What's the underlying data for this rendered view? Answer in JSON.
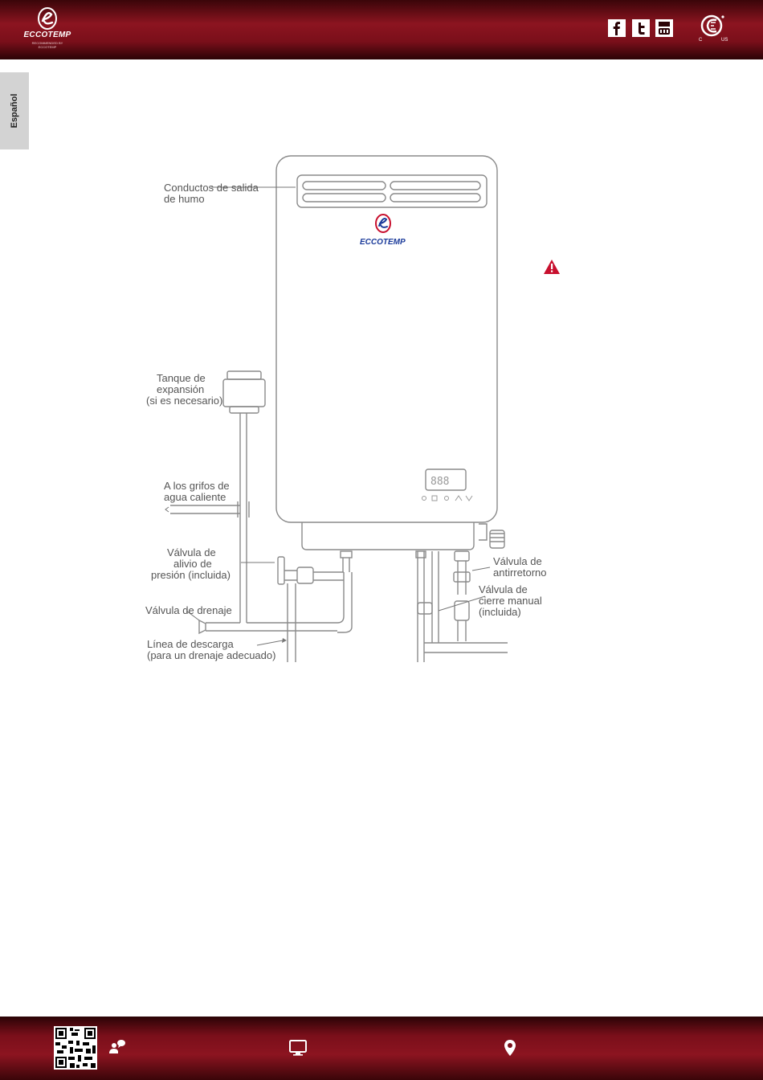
{
  "brand": {
    "name": "ECCOTEMP",
    "tagline": "RECOMMENDED BY ECCOTEMP"
  },
  "header": {
    "social": [
      {
        "name": "facebook",
        "icon": "facebook-icon"
      },
      {
        "name": "twitter",
        "icon": "twitter-icon"
      },
      {
        "name": "youtube",
        "icon": "youtube-icon"
      }
    ],
    "certification": {
      "icon": "csa-certification-icon",
      "left": "C",
      "right": "US"
    }
  },
  "side_tab": {
    "label": "Español"
  },
  "diagram": {
    "unit_logo": "ECCOTEMP",
    "display_digits": "888",
    "labels": {
      "exhaust_line1": "Conductos de salida",
      "exhaust_line2": "de humo",
      "tank_line1": "Tanque de",
      "tank_line2": "expansión",
      "tank_line3": "(si es necesario)",
      "faucets_line1": "A los grifos de",
      "faucets_line2": "agua caliente",
      "relief_line1": "Válvula de",
      "relief_line2": "alivio de",
      "relief_line3": "presión (incluida)",
      "drain": "Válvula de drenaje",
      "discharge_line1": "Línea de descarga",
      "discharge_line2": "(para un drenaje adecuado)",
      "check_line1": "Válvula de",
      "check_line2": "antirretorno",
      "shutoff_line1": "Válvula de",
      "shutoff_line2": "cierre manual",
      "shutoff_line3": "(incluida)"
    },
    "warning_icon": "warning-triangle-icon"
  },
  "footer": {
    "qr_icon": "qr-code-icon",
    "icons": [
      "support-chat-icon",
      "monitor-icon",
      "location-pin-icon"
    ]
  },
  "colors": {
    "brand_red": "#8c1420",
    "brand_dark": "#2a0306",
    "warning_red": "#c8102e",
    "eccotemp_blue": "#1a3a9a"
  }
}
